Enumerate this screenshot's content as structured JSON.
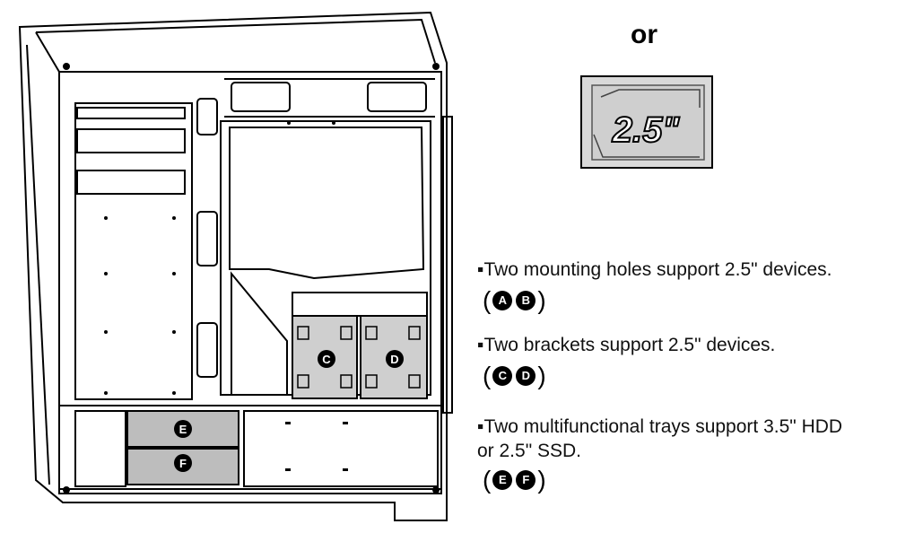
{
  "or_label": "or",
  "drive_label": "2.5\"",
  "callouts": {
    "c": "C",
    "d": "D",
    "e": "E",
    "f": "F"
  },
  "notes": [
    {
      "lines": [
        "▪Two mounting holes support 2.5\" devices."
      ],
      "badges": [
        "A",
        "B"
      ]
    },
    {
      "lines": [
        "▪Two brackets support  2.5\" devices."
      ],
      "badges": [
        "C",
        "D"
      ]
    },
    {
      "lines": [
        "▪Two multifunctional trays support 3.5\" HDD",
        " or 2.5\" SSD."
      ],
      "badges": [
        "E",
        "F"
      ]
    }
  ],
  "paren_open": "(",
  "paren_close": ")"
}
